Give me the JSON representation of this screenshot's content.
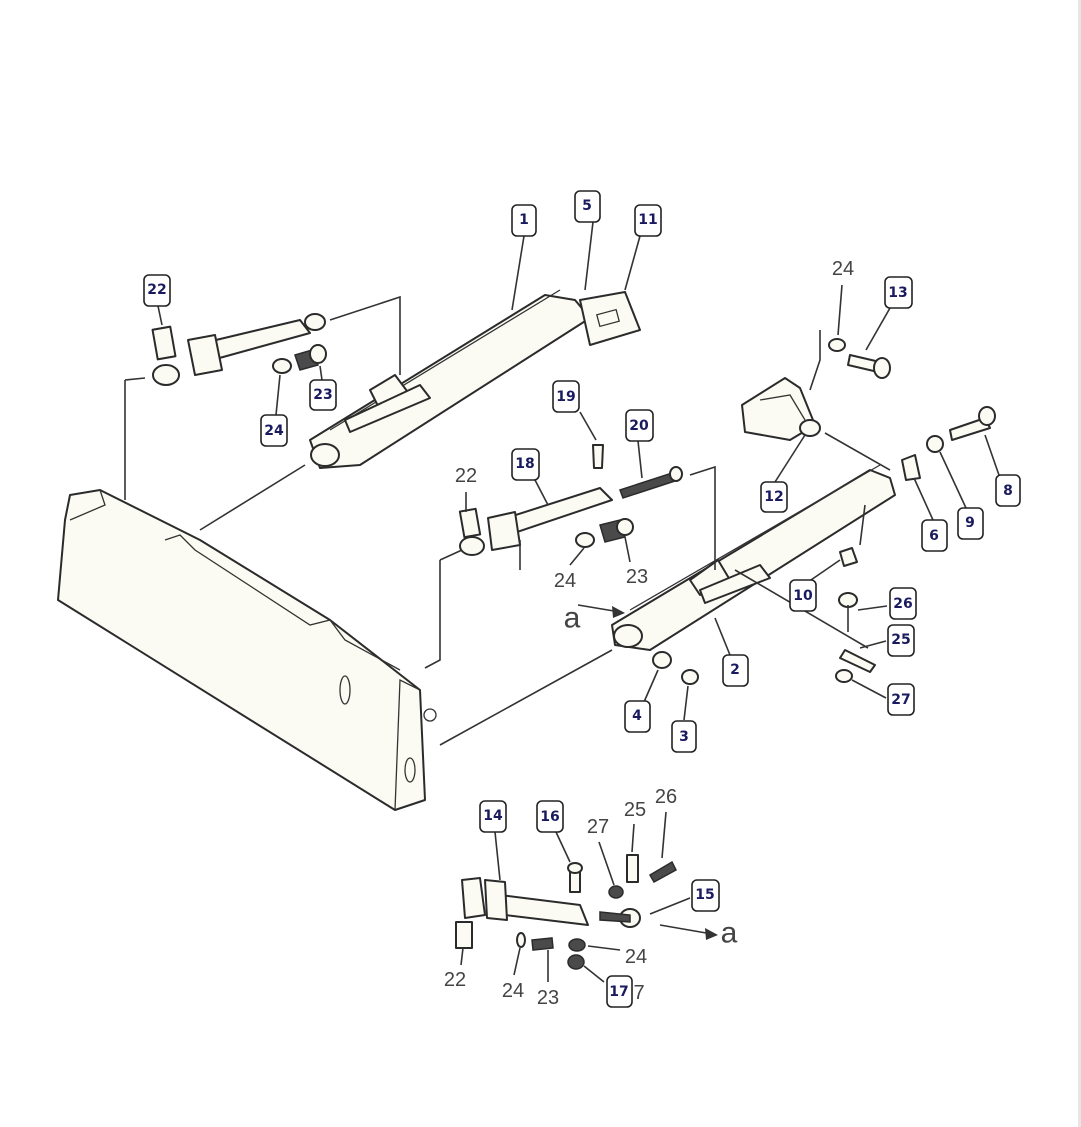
{
  "callouts": [
    {
      "label": "1"
    },
    {
      "label": "5"
    },
    {
      "label": "11"
    },
    {
      "label": "22"
    },
    {
      "label": "23"
    },
    {
      "label": "24"
    },
    {
      "label": "13"
    },
    {
      "label": "19"
    },
    {
      "label": "20"
    },
    {
      "label": "18"
    },
    {
      "label": "12"
    },
    {
      "label": "8"
    },
    {
      "label": "9"
    },
    {
      "label": "6"
    },
    {
      "label": "10"
    },
    {
      "label": "26"
    },
    {
      "label": "25"
    },
    {
      "label": "2"
    },
    {
      "label": "4"
    },
    {
      "label": "3"
    },
    {
      "label": "27"
    },
    {
      "label": "14"
    },
    {
      "label": "16"
    },
    {
      "label": "15"
    },
    {
      "label": "17"
    }
  ],
  "plain_labels": [
    {
      "label": "24"
    },
    {
      "label": "22"
    },
    {
      "label": "24"
    },
    {
      "label": "23"
    },
    {
      "label": "27"
    },
    {
      "label": "25"
    },
    {
      "label": "26"
    },
    {
      "label": "24"
    },
    {
      "label": "22"
    },
    {
      "label": "24"
    },
    {
      "label": "23"
    },
    {
      "label": "7"
    }
  ],
  "arrow_labels": [
    {
      "label": "a"
    },
    {
      "label": "a"
    }
  ]
}
